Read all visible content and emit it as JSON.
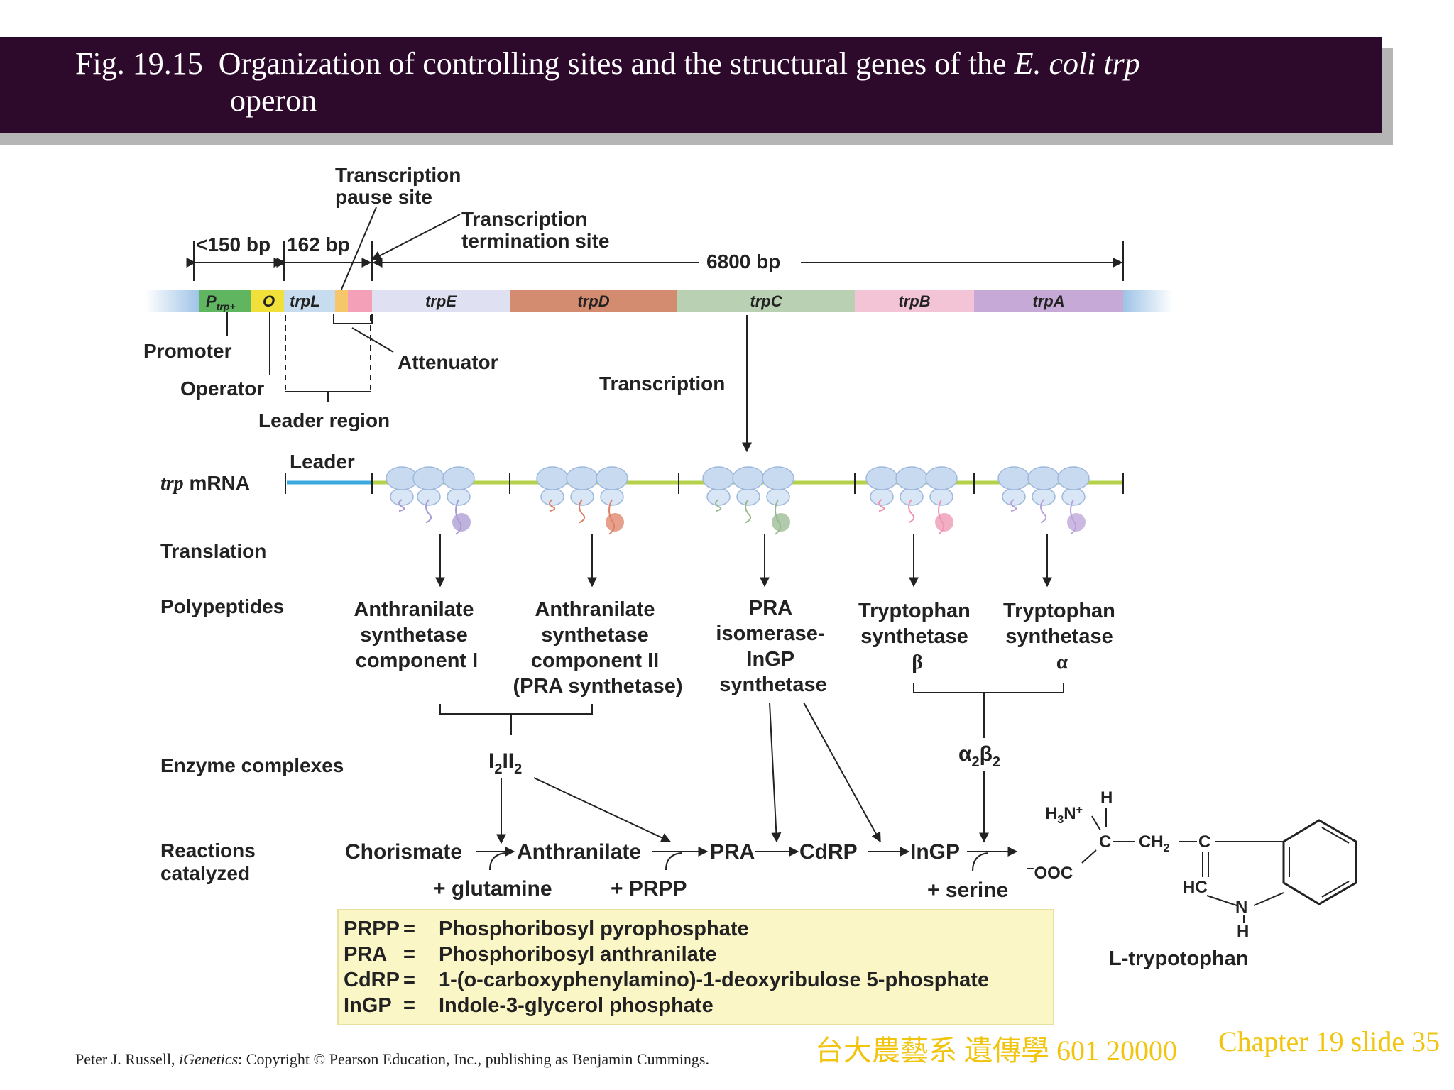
{
  "header": {
    "fig_number": "Fig. 19.15",
    "title_main": "Organization of controlling sites and the structural genes of the",
    "title_species": "E. coli trp",
    "title_line2": "operon"
  },
  "operon": {
    "labels": {
      "pause_site": [
        "Transcription",
        "pause site"
      ],
      "termination_site": [
        "Transcription",
        "termination site"
      ],
      "bp_promoter": "<150 bp",
      "bp_leader": "162 bp",
      "bp_genes": "6800 bp",
      "promoter": "Promoter",
      "operator": "Operator",
      "attenuator": "Attenuator",
      "leader_region": "Leader region",
      "transcription": "Transcription"
    },
    "segments": [
      {
        "label": "P",
        "sub": "trp+",
        "color": "#5fb560"
      },
      {
        "label": "O",
        "color": "#f2e03a"
      },
      {
        "label": "trpL",
        "color": "#c7dcef"
      },
      {
        "label": "",
        "color": "#f5c76a"
      },
      {
        "label": "",
        "color": "#f4a0b8"
      },
      {
        "label": "trpE",
        "color": "#dfe0f2"
      },
      {
        "label": "trpD",
        "color": "#d48c70"
      },
      {
        "label": "trpC",
        "color": "#b9d0b2"
      },
      {
        "label": "trpB",
        "color": "#f2c4d5"
      },
      {
        "label": "trpA",
        "color": "#c6a9d6"
      }
    ]
  },
  "mrna": {
    "label_italic": "trp",
    "label_rest": " mRNA",
    "leader": "Leader",
    "product_colors": [
      "#a99ad3",
      "#dd8066",
      "#97b88f",
      "#ee94b0",
      "#b9a2d8"
    ]
  },
  "rows": {
    "translation": "Translation",
    "polypeptides": "Polypeptides",
    "enzyme_complexes": "Enzyme complexes",
    "reactions": [
      "Reactions",
      "catalyzed"
    ]
  },
  "polypeptides": [
    [
      "Anthranilate",
      "synthetase",
      "component I"
    ],
    [
      "Anthranilate",
      "synthetase",
      "component II",
      "(PRA synthetase)"
    ],
    [
      "PRA",
      "isomerase-",
      "InGP",
      "synthetase"
    ],
    [
      "Tryptophan",
      "synthetase",
      "β"
    ],
    [
      "Tryptophan",
      "synthetase",
      "α"
    ]
  ],
  "complexes": {
    "c1": {
      "a": "I",
      "a_sub": "2",
      "b": "II",
      "b_sub": "2"
    },
    "c2": {
      "a": "α",
      "a_sub": "2",
      "b": "β",
      "b_sub": "2"
    }
  },
  "reactions": {
    "chorismate": "Chorismate",
    "anthranilate": "Anthranilate",
    "pra": "PRA",
    "cdrp": "CdRP",
    "ingp": "InGP",
    "plus_glutamine": "+ glutamine",
    "plus_prpp": "+ PRPP",
    "plus_serine": "+ serine"
  },
  "legend": [
    {
      "abbr": "PRPP",
      "eq": "=",
      "def": "Phosphoribosyl pyrophosphate"
    },
    {
      "abbr": "PRA",
      "eq": "=",
      "def": "Phosphoribosyl anthranilate"
    },
    {
      "abbr": "CdRP",
      "eq": "=",
      "def": "1-(o-carboxyphenylamino)-1-deoxyribulose 5-phosphate"
    },
    {
      "abbr": "InGP",
      "eq": "=",
      "def": "Indole-3-glycerol phosphate"
    }
  ],
  "tryptophan": {
    "name": "L-trypotophan",
    "h3n": "H",
    "h3n_sub": "3",
    "h3n_n": "N",
    "h3n_plus": "+",
    "h": "H",
    "c_alpha": "C",
    "ch2": "CH",
    "ch2_sub": "2",
    "c3": "C",
    "hc": "HC",
    "n": "N",
    "nh": "H",
    "ooc": "OOC",
    "ooc_charge": "−"
  },
  "footer": {
    "credit_pre": "Peter J. Russell, ",
    "credit_book": "iGenetics",
    "credit_post": ": Copyright © Pearson Education, Inc., publishing as Benjamin Cummings.",
    "course": "台大農藝系 遺傳學 601 20000",
    "slide": "Chapter 19 slide 35"
  }
}
